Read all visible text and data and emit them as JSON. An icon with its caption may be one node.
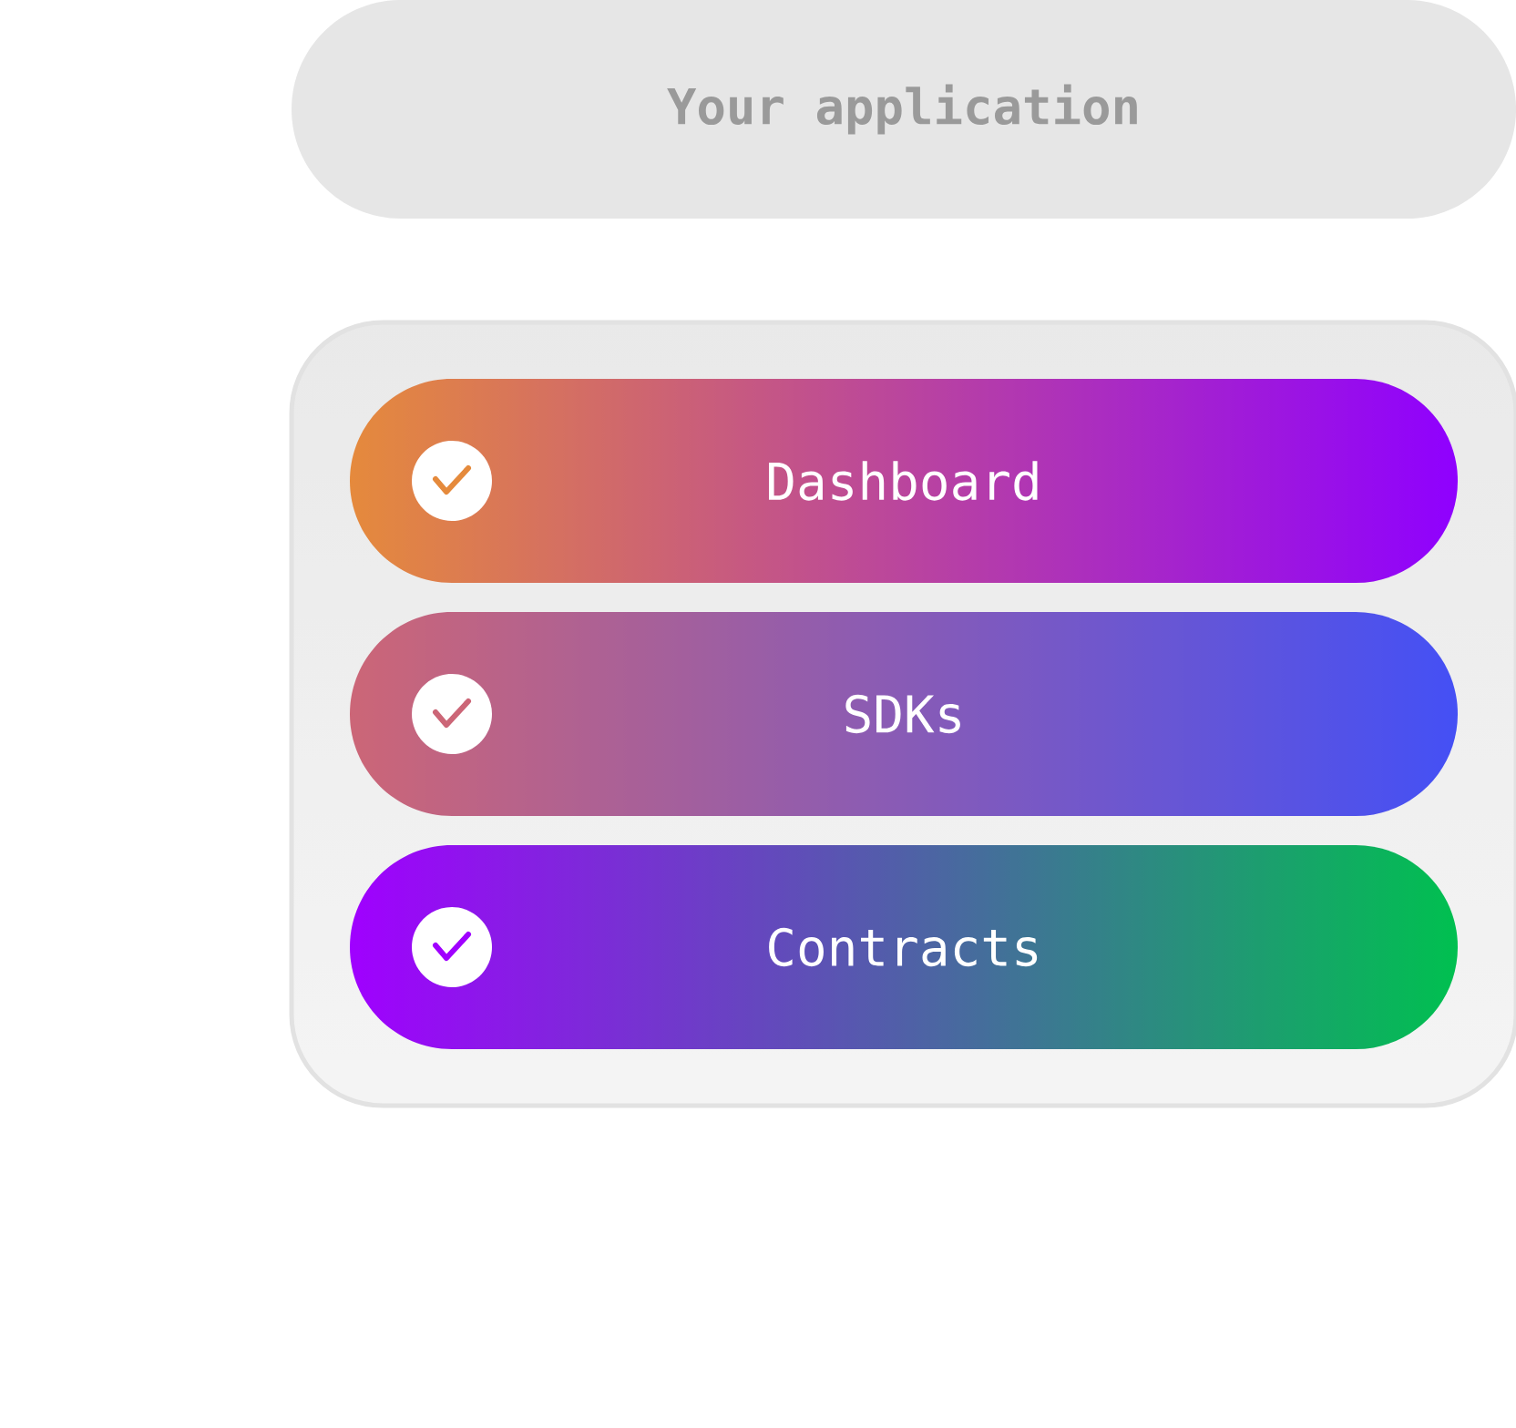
{
  "diagram": {
    "nodes": [
      {
        "text": [
          "Your application"
        ]
      },
      {
        "text": [],
        "shape": "box"
      },
      {
        "text": [
          "Dashboard"
        ],
        "in": 1
      },
      {
        "text": [
          "SDKs"
        ],
        "in": 1
      },
      {
        "text": [
          "Contracts"
        ],
        "in": 1
      }
    ]
  }
}
